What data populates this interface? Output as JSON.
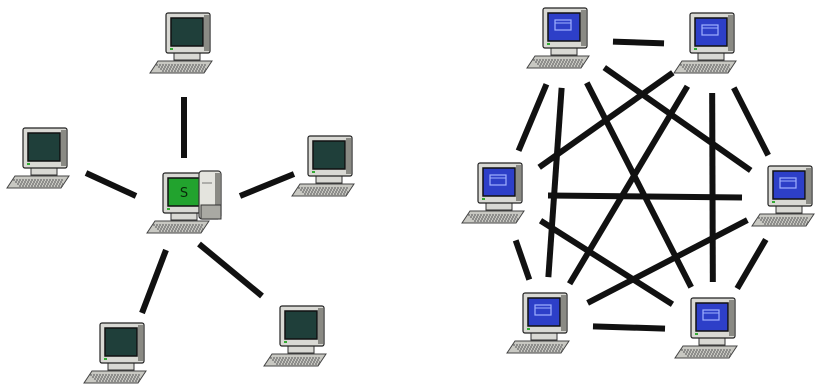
{
  "diagrams": [
    {
      "id": "client-server",
      "nodes": [
        {
          "id": "top",
          "kind": "client"
        },
        {
          "id": "left",
          "kind": "client"
        },
        {
          "id": "right",
          "kind": "client"
        },
        {
          "id": "bottom-left",
          "kind": "client"
        },
        {
          "id": "bottom-right",
          "kind": "client"
        },
        {
          "id": "server",
          "kind": "server",
          "label": "S"
        }
      ],
      "edges": [
        [
          "server",
          "top"
        ],
        [
          "server",
          "left"
        ],
        [
          "server",
          "right"
        ],
        [
          "server",
          "bottom-left"
        ],
        [
          "server",
          "bottom-right"
        ]
      ]
    },
    {
      "id": "peer-to-peer",
      "nodes": [
        {
          "id": "p1",
          "kind": "peer"
        },
        {
          "id": "p2",
          "kind": "peer"
        },
        {
          "id": "p3",
          "kind": "peer"
        },
        {
          "id": "p4",
          "kind": "peer"
        },
        {
          "id": "p5",
          "kind": "peer"
        },
        {
          "id": "p6",
          "kind": "peer"
        }
      ],
      "edges": "fully-connected"
    }
  ],
  "colors": {
    "line": "#111111",
    "client_screen": "#1f3f3a",
    "server_screen": "#22a32e",
    "peer_screen": "#2d3fc8",
    "case": "#d9d9d4",
    "case_dark": "#8a8a84"
  }
}
